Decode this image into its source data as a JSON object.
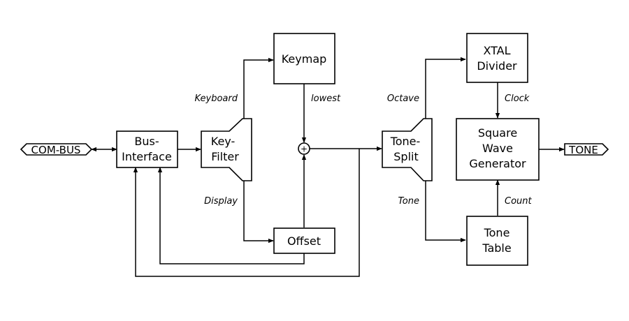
{
  "blocks": {
    "bus_interface": [
      "Bus-",
      "Interface"
    ],
    "key_filter": [
      "Key-",
      "Filter"
    ],
    "keymap": "Keymap",
    "offset": "Offset",
    "tone_split": [
      "Tone-",
      "Split"
    ],
    "xtal_divider": [
      "XTAL",
      "Divider"
    ],
    "square_wave": [
      "Square",
      "Wave",
      "Generator"
    ],
    "tone_table": [
      "Tone",
      "Table"
    ]
  },
  "ports": {
    "com_bus": "COM-BUS",
    "tone": "TONE"
  },
  "signals": {
    "keyboard": "Keyboard",
    "display": "Display",
    "lowest": "lowest",
    "octave": "Octave",
    "tone": "Tone",
    "clock": "Clock",
    "count": "Count"
  },
  "summing_symbol": "+"
}
